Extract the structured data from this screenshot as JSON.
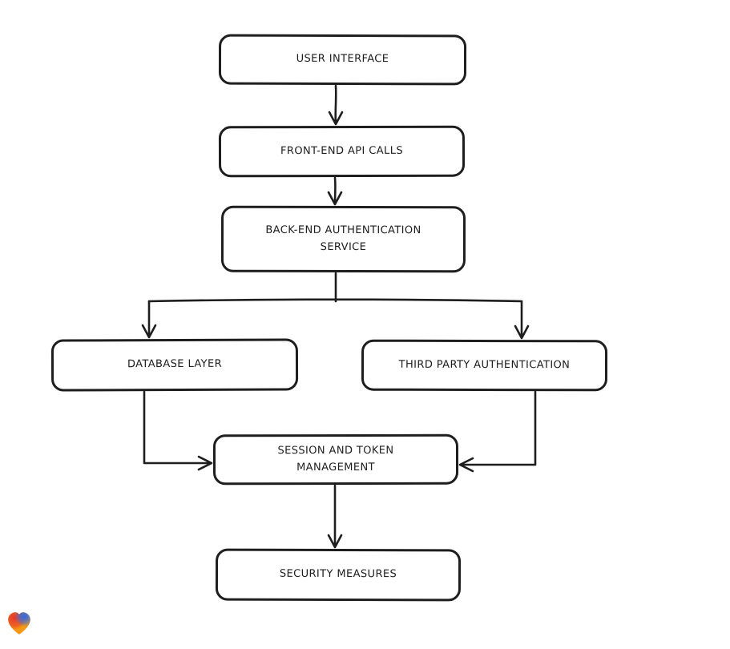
{
  "page": {
    "background": "#ffffff"
  },
  "diagram": {
    "type": "flowchart",
    "style": "hand-drawn",
    "stroke_color": "#1e1e1e",
    "node_fill_color": "#ffffff",
    "nodes": [
      {
        "label": "USER INTERFACE"
      },
      {
        "label": "FRONT-END API CALLS"
      },
      {
        "label": "BACK-END AUTHENTICATION SERVICE"
      },
      {
        "label": "DATABASE LAYER"
      },
      {
        "label": "THIRD PARTY AUTHENTICATION"
      },
      {
        "label": "SESSION AND TOKEN MANAGEMENT"
      },
      {
        "label": "SECURITY MEASURES"
      }
    ],
    "edges": [
      {
        "from": "USER INTERFACE",
        "to": "FRONT-END API CALLS"
      },
      {
        "from": "FRONT-END API CALLS",
        "to": "BACK-END AUTHENTICATION SERVICE"
      },
      {
        "from": "BACK-END AUTHENTICATION SERVICE",
        "to": "DATABASE LAYER"
      },
      {
        "from": "BACK-END AUTHENTICATION SERVICE",
        "to": "THIRD PARTY AUTHENTICATION"
      },
      {
        "from": "DATABASE LAYER",
        "to": "SESSION AND TOKEN MANAGEMENT"
      },
      {
        "from": "THIRD PARTY AUTHENTICATION",
        "to": "SESSION AND TOKEN MANAGEMENT"
      },
      {
        "from": "SESSION AND TOKEN MANAGEMENT",
        "to": "SECURITY MEASURES"
      }
    ]
  },
  "branding": {
    "icon": "gradient-heart-icon",
    "heart_colors": {
      "red": "#E4372F",
      "teal": "#35B5AD",
      "blue": "#2E6BE6",
      "orange": "#F59914"
    }
  }
}
